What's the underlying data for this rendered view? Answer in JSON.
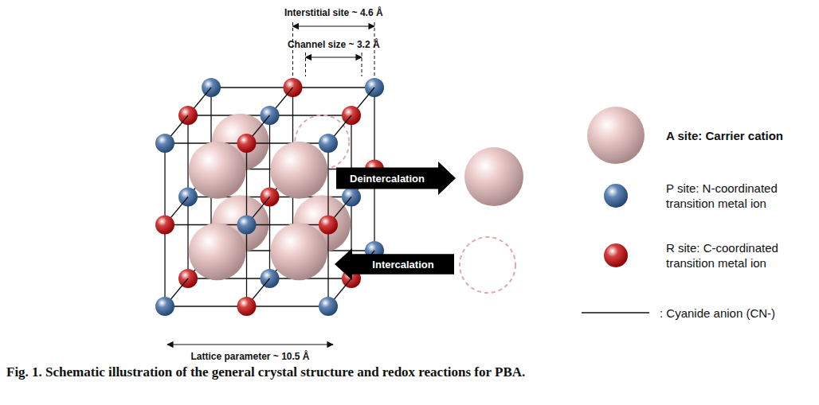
{
  "diagram": {
    "caption": "Fig. 1. Schematic illustration of the general crystal structure and redox reactions for PBA.",
    "nodes": [
      {
        "text": [
          "Deintercalation"
        ]
      },
      {
        "text": [
          "Intercalation"
        ]
      }
    ],
    "labels": [
      "Interstitial site ~ 4.6 Å",
      "Channel size ~ 3.2 Å",
      "Lattice parameter ~ 10.5 Å"
    ],
    "legend": [
      {
        "text": "A site: Carrier cation",
        "color": "#e8bcbc"
      },
      {
        "text": "P site: N-coordinated transition metal ion",
        "color": "#2f5f9c"
      },
      {
        "text": "R site: C-coordinated transition metal ion",
        "color": "#c40000"
      },
      {
        "text": ": Cyanide anion (CN-)"
      }
    ]
  }
}
